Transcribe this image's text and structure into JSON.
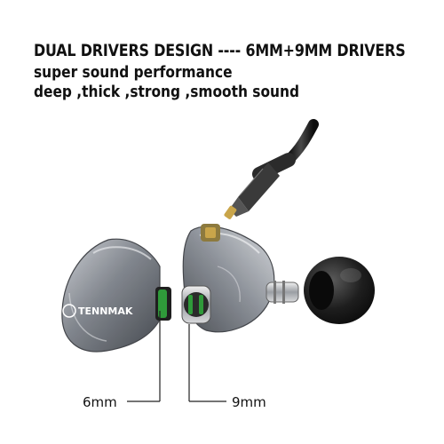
{
  "headline": "DUAL DRIVERS DESIGN ---- 6MM+9MM DRIVERS",
  "subtitle_1": "super sound performance",
  "subtitle_2": "deep ,thick ,strong ,smooth sound",
  "brand_logo_text": "TENNMAK",
  "callouts": {
    "left_driver": "6mm",
    "right_driver": "9mm"
  },
  "colors": {
    "text": "#111111",
    "shell_tint": "#5a5f66",
    "driver_green": "#2f9a3a",
    "cable": "#1a1a1a",
    "eartip": "#1c1c1c",
    "gold_pin": "#c9a54a"
  }
}
